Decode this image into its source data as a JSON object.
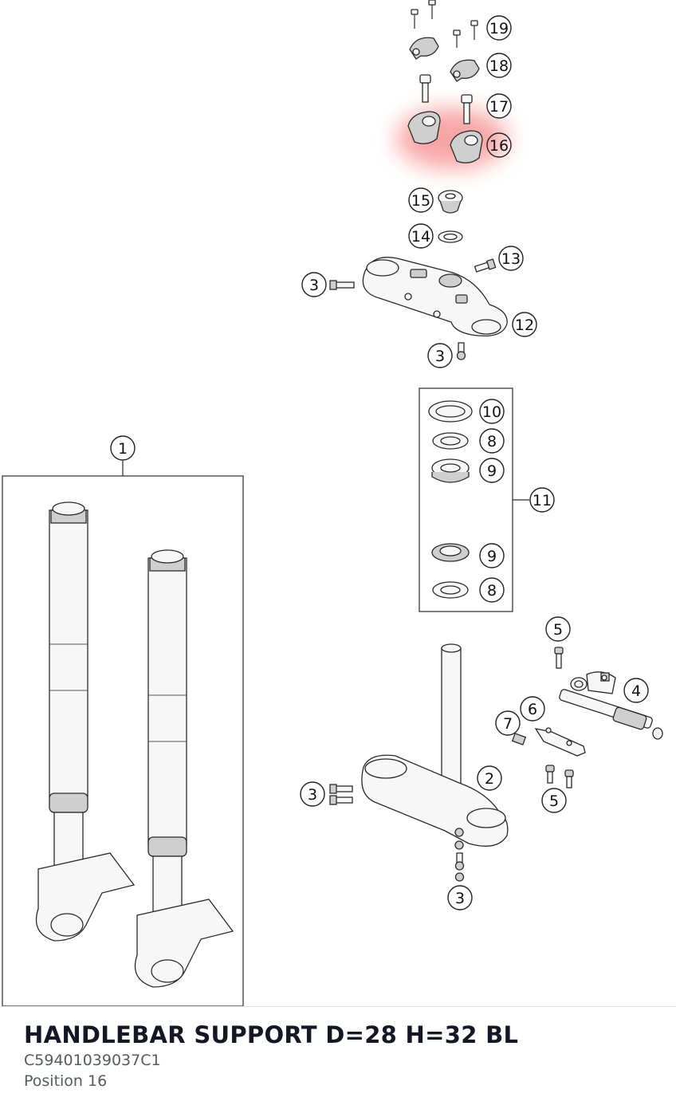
{
  "part": {
    "title": "HANDLEBAR SUPPORT D=28 H=32 BL",
    "code": "C59401039037C1",
    "position": "Position 16"
  },
  "highlight_color": "#f25c5c",
  "callouts": {
    "c1": "1",
    "c2": "2",
    "c3a": "3",
    "c3b": "3",
    "c3c": "3",
    "c3d": "3",
    "c4": "4",
    "c5a": "5",
    "c5b": "5",
    "c6": "6",
    "c7": "7",
    "c8a": "8",
    "c8b": "8",
    "c9a": "9",
    "c9b": "9",
    "c10": "10",
    "c11": "11",
    "c12": "12",
    "c13": "13",
    "c14": "14",
    "c15": "15",
    "c16": "16",
    "c17": "17",
    "c18": "18",
    "c19": "19"
  }
}
